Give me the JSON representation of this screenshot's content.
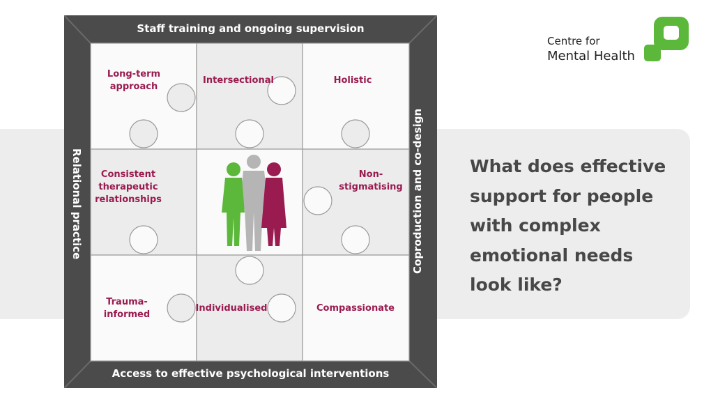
{
  "logo": {
    "line1": "Centre for",
    "line2": "Mental Health",
    "color": "#5cb83a"
  },
  "frame": {
    "top": "Staff training and ongoing supervision",
    "bottom": "Access to effective psychological interventions",
    "left": "Relational practice",
    "right": "Coproduction and co-design"
  },
  "pieces": [
    {
      "l1": "Long-term",
      "l2": "approach"
    },
    {
      "l1": "Intersectional"
    },
    {
      "l1": "Holistic"
    },
    {
      "l1": "Consistent",
      "l2": "therapeutic",
      "l3": "relationships"
    },
    {
      "l1": "Non-",
      "l2": "stigmatising"
    },
    {
      "l1": "Trauma-",
      "l2": "informed"
    },
    {
      "l1": "Individualised"
    },
    {
      "l1": "Compassionate"
    }
  ],
  "question": "What does effective support for people with complex emotional needs look like?",
  "colors": {
    "frame": "#4b4b4b",
    "accent": "#9a1b4f",
    "green": "#5cb83a",
    "gray": "#b5b5b5"
  }
}
